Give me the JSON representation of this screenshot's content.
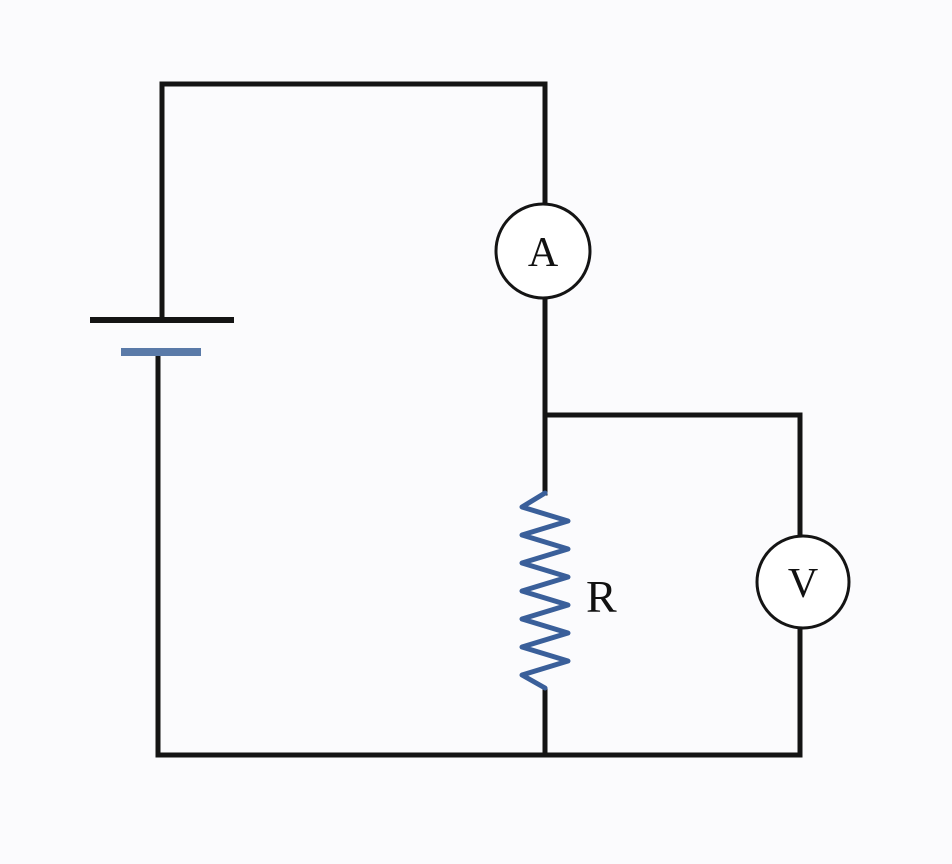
{
  "diagram": {
    "ammeter": {
      "symbol": "A"
    },
    "voltmeter": {
      "symbol": "V"
    },
    "resistor": {
      "label": "R"
    }
  },
  "colors": {
    "background": "#fbfbfd",
    "wire": "#141414",
    "resistor": "#3a5f9a",
    "battery_negative_plate": "#5a7aa8"
  }
}
